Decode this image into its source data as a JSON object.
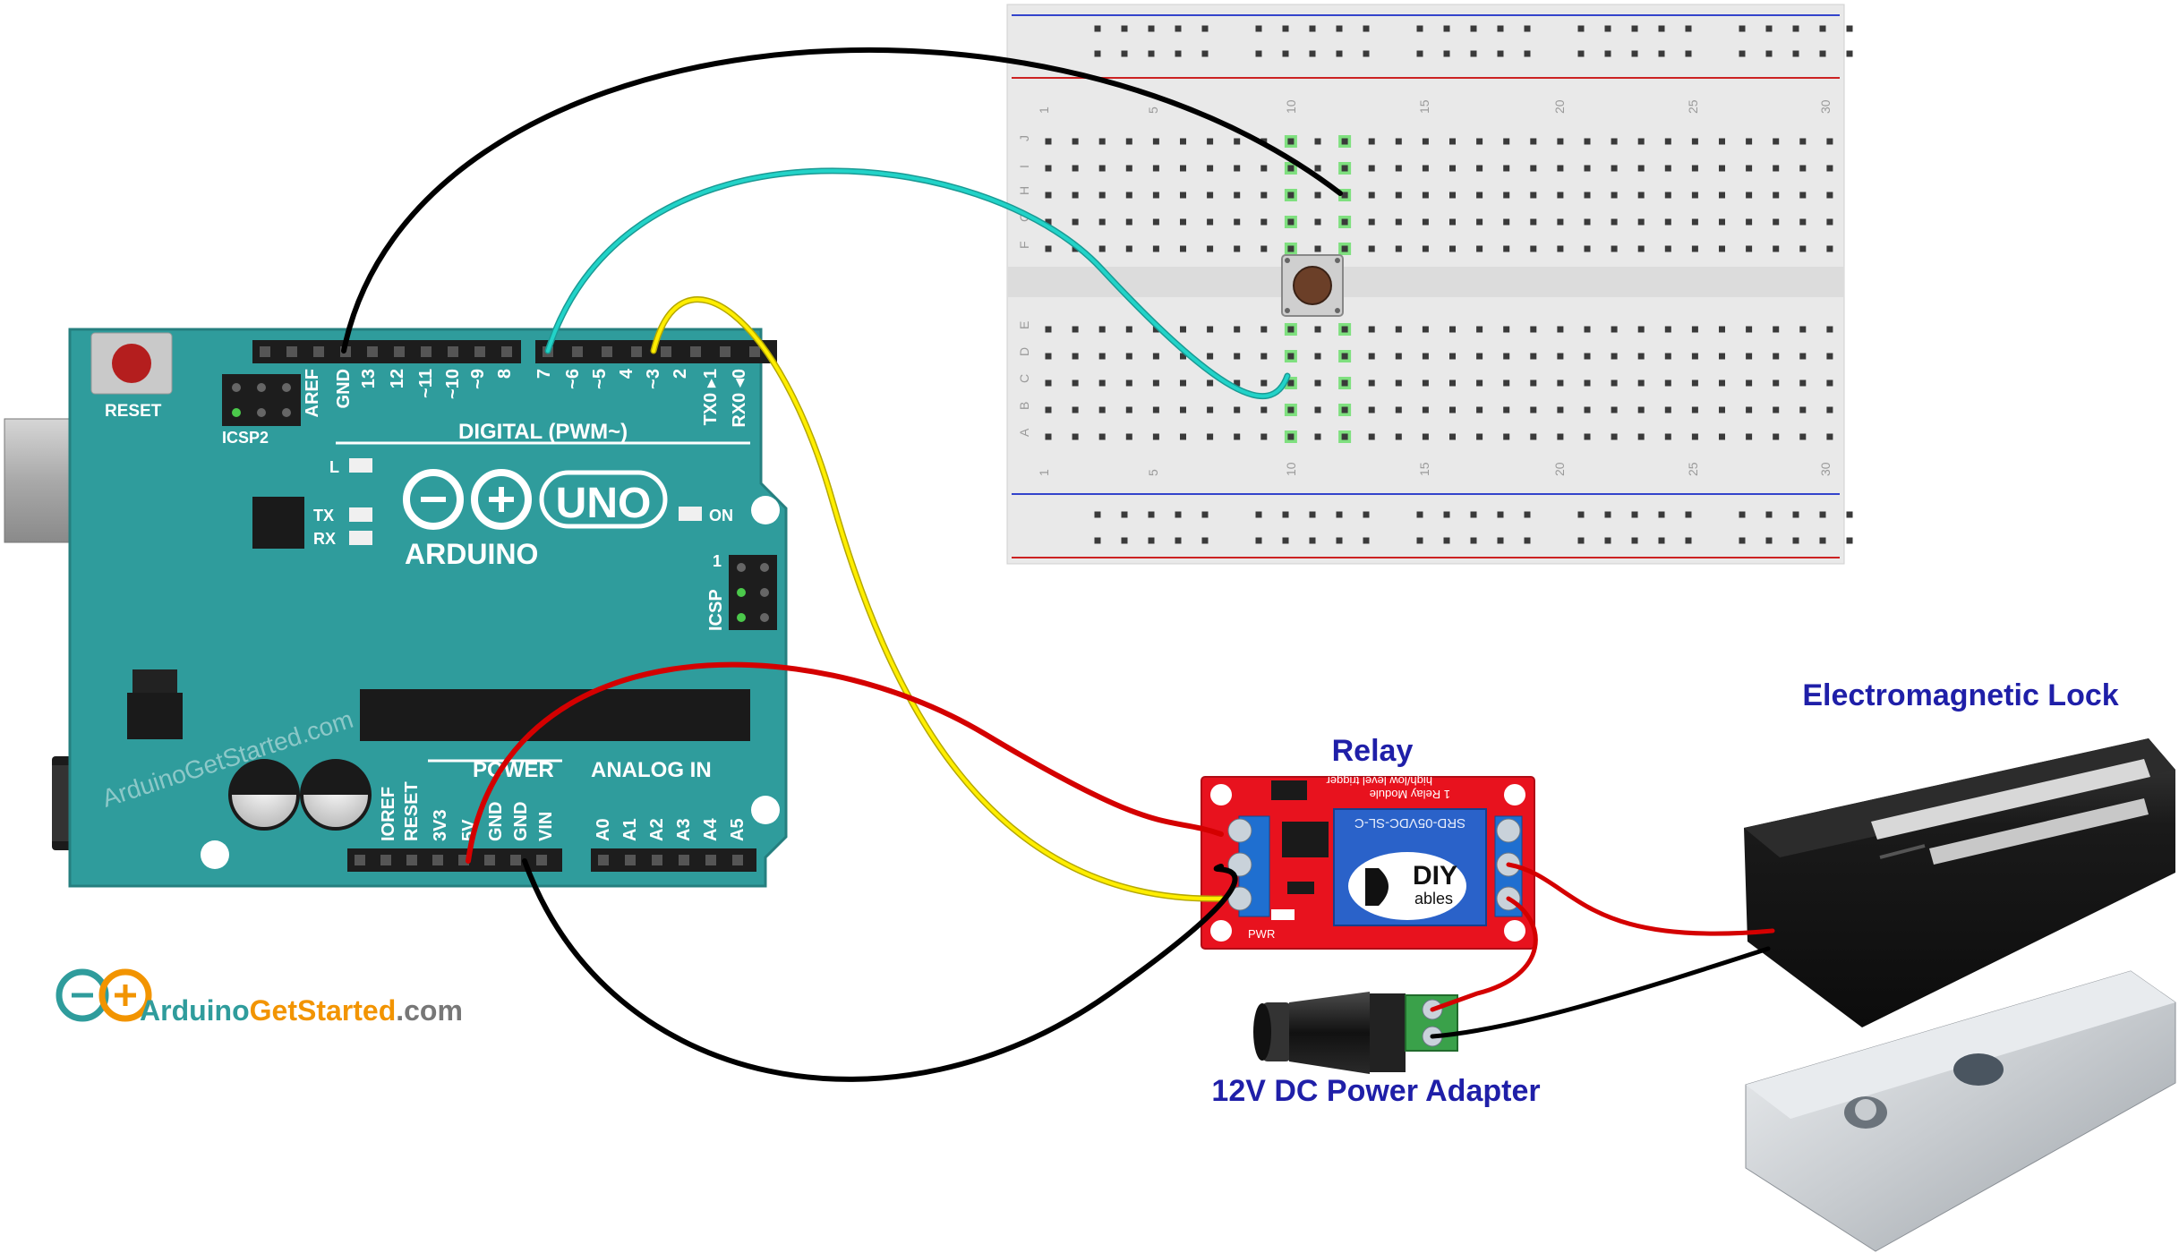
{
  "labels": {
    "relay": "Relay",
    "lock": "Electromagnetic Lock",
    "adapter": "12V DC Power Adapter"
  },
  "arduino": {
    "brand": "ARDUINO",
    "model": "UNO",
    "reset": "RESET",
    "icsp2": "ICSP2",
    "icsp": "ICSP",
    "icsp_pin1": "1",
    "digital": "DIGITAL (PWM~)",
    "power": "POWER",
    "analog_in": "ANALOG IN",
    "led_l": "L",
    "led_tx": "TX",
    "led_rx": "RX",
    "led_on": "ON",
    "watermark": "ArduinoGetStarted.com",
    "digital_pins": [
      "AREF",
      "GND",
      "13",
      "12",
      "~11",
      "~10",
      "~9",
      "8",
      "7",
      "~6",
      "~5",
      "4",
      "~3",
      "2",
      "TX0 ▸1",
      "RX0 ◂0"
    ],
    "power_pins": [
      "IOREF",
      "RESET",
      "3V3",
      "5V",
      "GND",
      "GND",
      "VIN"
    ],
    "analog_pins": [
      "A0",
      "A1",
      "A2",
      "A3",
      "A4",
      "A5"
    ]
  },
  "relay": {
    "brand": "DIY",
    "brand_sub": "ables",
    "relay_text": "SRD-05VDC-SL-C",
    "module_text": "1 Relay Module",
    "trigger_text": "high/low level trigger",
    "pwr": "PWR"
  },
  "breadboard": {
    "top_numbers": [
      "1",
      "5",
      "10",
      "15",
      "20",
      "25",
      "30"
    ],
    "bottom_numbers": [
      "1",
      "5",
      "10",
      "15",
      "20",
      "25",
      "30"
    ],
    "rows_top": [
      "J",
      "I",
      "H",
      "G",
      "F"
    ],
    "rows_bottom": [
      "E",
      "D",
      "C",
      "B",
      "A"
    ]
  },
  "logo": {
    "part1": "Arduino",
    "part2": "GetStarted",
    "part3": ".com"
  },
  "colors": {
    "arduino_board": "#2f9c9c",
    "relay_board": "#e8121e",
    "wire_black": "#000000",
    "wire_red": "#d40000",
    "wire_yellow": "#ffee00",
    "wire_cyan": "#20c9c0",
    "label_blue": "#1f1fa8"
  }
}
